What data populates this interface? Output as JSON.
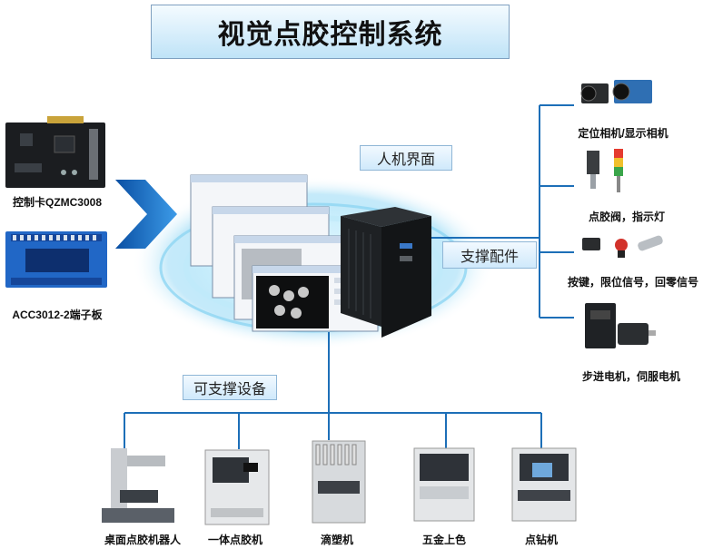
{
  "title": "视觉点胶控制系统",
  "left_items": [
    {
      "label": "控制卡QZMC3008"
    },
    {
      "label": "ACC3012-2端子板"
    }
  ],
  "center": {
    "hmi_label": "人机界面",
    "accessories_label": "支撑配件",
    "devices_label": "可支撑设备"
  },
  "accessories": [
    {
      "label": "定位相机/显示相机",
      "icon": "camera-icon"
    },
    {
      "label": "点胶阀，指示灯",
      "icon": "valve-icon"
    },
    {
      "label": "按键，限位信号，回零信号",
      "icon": "switch-icon"
    },
    {
      "label": "步进电机，伺服电机",
      "icon": "motor-icon"
    }
  ],
  "devices": [
    {
      "label": "桌面点胶机器人",
      "icon": "desktop-robot-icon"
    },
    {
      "label": "一体点胶机",
      "icon": "dispenser-icon"
    },
    {
      "label": "滴塑机",
      "icon": "drip-machine-icon"
    },
    {
      "label": "五金上色",
      "icon": "coloring-machine-icon"
    },
    {
      "label": "点钻机",
      "icon": "drill-machine-icon"
    }
  ],
  "colors": {
    "line": "#1d6fb8",
    "arrow": "#1a73c8",
    "tag_border": "#8fb6d6"
  }
}
